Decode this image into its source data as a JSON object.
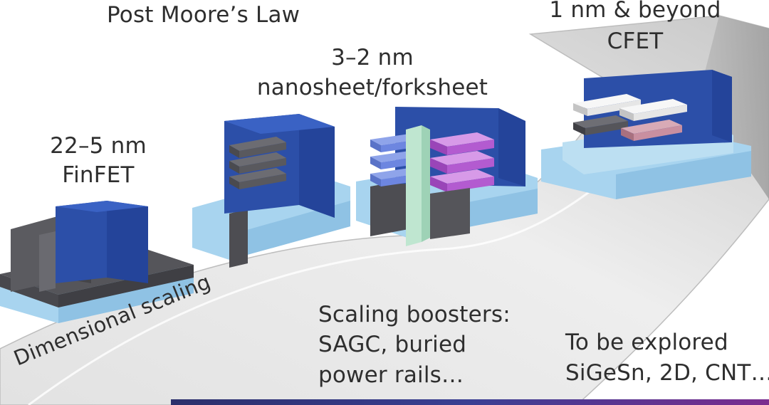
{
  "header": {
    "title": "Post Moore’s Law"
  },
  "nodes": [
    {
      "node": "22–5 nm",
      "name": "FinFET"
    },
    {
      "node": "3–2 nm",
      "name": "nanosheet/forksheet"
    },
    {
      "node": "1 nm & beyond",
      "name": "CFET"
    }
  ],
  "arrow": {
    "label": "Dimensional scaling"
  },
  "notes": {
    "boosters": {
      "line1": "Scaling boosters:",
      "line2": "SAGC, buried",
      "line3": "power rails…"
    },
    "explore": {
      "line1": "To be explored",
      "line2": "SiGeSn, 2D, CNT…"
    }
  },
  "colors": {
    "gate_blue": "#2c4fa8",
    "channel_gray": "#4d4d52",
    "substrate_light_blue": "#a8d4ef",
    "sheet_purple": "#b35bd0",
    "sheet_blue": "#6d86e0",
    "sheet_pink": "#c98fa0",
    "sheet_white": "#f2f2f2",
    "wall_green": "#bfe6d0",
    "arrow_gray": "#d9d9d9"
  }
}
